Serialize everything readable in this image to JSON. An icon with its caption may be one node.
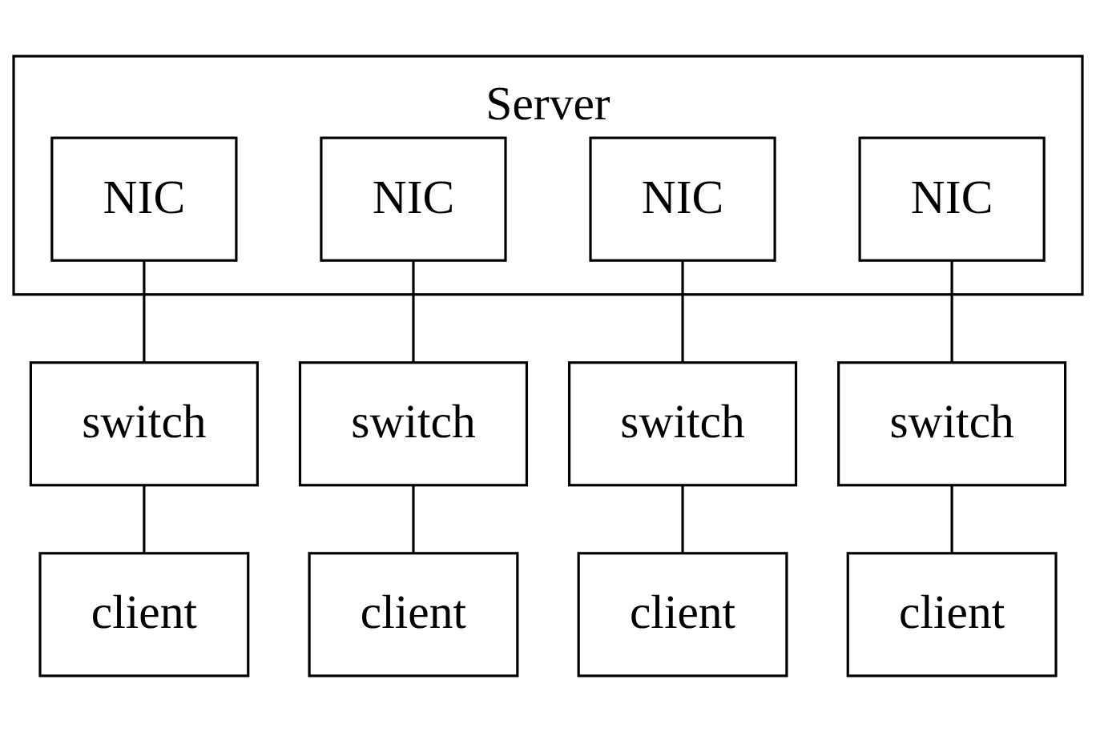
{
  "diagram": {
    "nodes": [
      {
        "text": [
          "Server"
        ]
      },
      {
        "text": [
          "NIC"
        ],
        "in": 0
      },
      {
        "text": [
          "NIC"
        ],
        "in": 0
      },
      {
        "text": [
          "NIC"
        ],
        "in": 0
      },
      {
        "text": [
          "NIC"
        ],
        "in": 0
      },
      {
        "text": [
          "switch"
        ]
      },
      {
        "text": [
          "switch"
        ]
      },
      {
        "text": [
          "switch"
        ]
      },
      {
        "text": [
          "switch"
        ]
      },
      {
        "text": [
          "client"
        ]
      },
      {
        "text": [
          "client"
        ]
      },
      {
        "text": [
          "client"
        ]
      },
      {
        "text": [
          "client"
        ]
      }
    ],
    "edges": [
      {
        "from": 1,
        "to": 5,
        "arrow": "none"
      },
      {
        "from": 2,
        "to": 6,
        "arrow": "none"
      },
      {
        "from": 3,
        "to": 7,
        "arrow": "none"
      },
      {
        "from": 4,
        "to": 8,
        "arrow": "none"
      },
      {
        "from": 5,
        "to": 9,
        "arrow": "none"
      },
      {
        "from": 6,
        "to": 10,
        "arrow": "none"
      },
      {
        "from": 7,
        "to": 11,
        "arrow": "none"
      },
      {
        "from": 8,
        "to": 12,
        "arrow": "none"
      }
    ]
  }
}
